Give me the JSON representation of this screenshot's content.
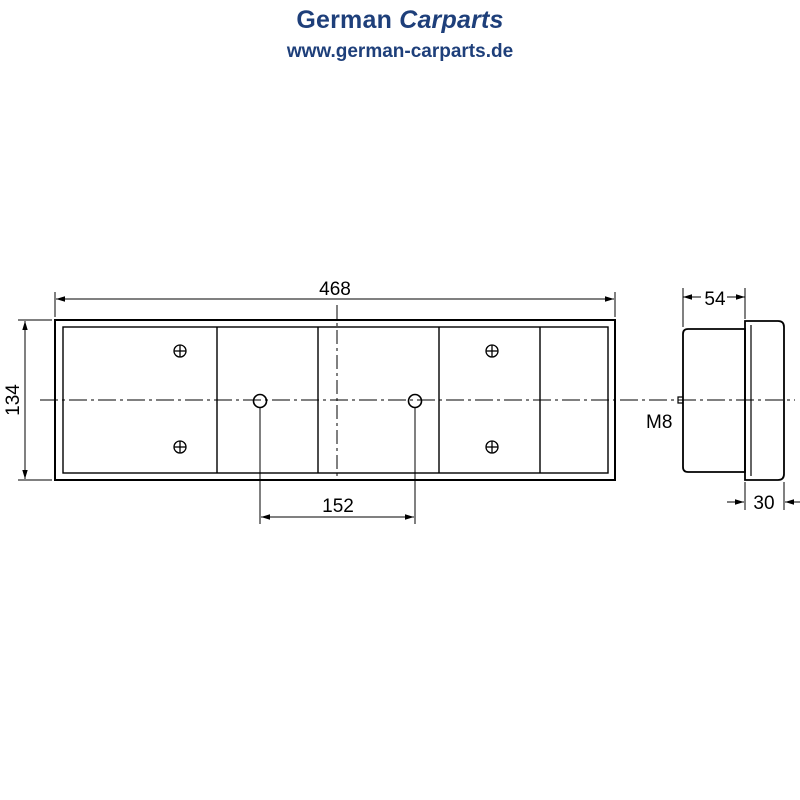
{
  "logo": {
    "brand_first": "German",
    "brand_second": "Carparts",
    "url": "www.german-carparts.de"
  },
  "dimensions": {
    "overall_width": "468",
    "height": "134",
    "hole_spacing": "152",
    "depth": "54",
    "lens_depth": "30",
    "thread": "M8"
  },
  "colors": {
    "brand": "#1e3f7a",
    "line": "#000000"
  }
}
